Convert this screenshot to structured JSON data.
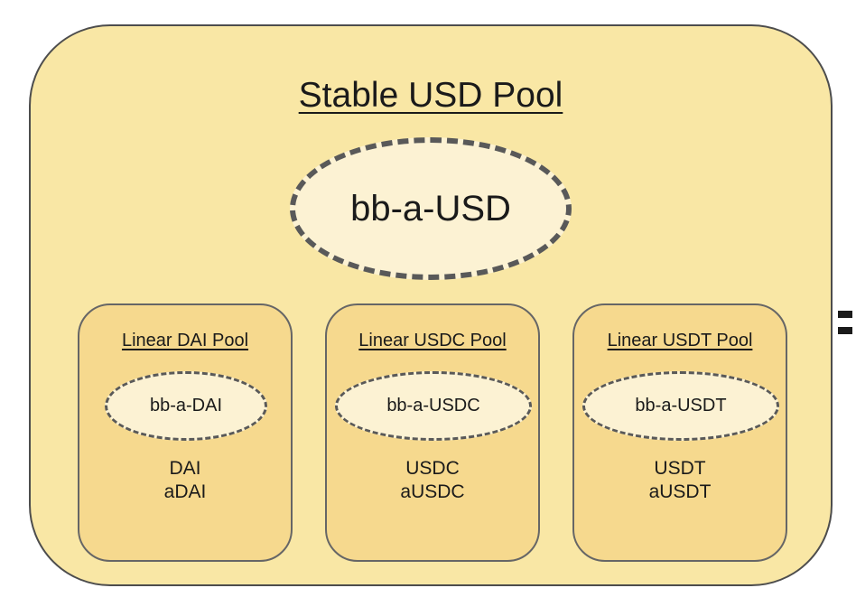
{
  "diagram": {
    "outer_pool": {
      "title": "Stable USD Pool",
      "token": "bb-a-USD"
    },
    "linear_pools": [
      {
        "title": "Linear DAI Pool",
        "token": "bb-a-DAI",
        "assets": [
          "DAI",
          "aDAI"
        ]
      },
      {
        "title": "Linear USDC Pool",
        "token": "bb-a-USDC",
        "assets": [
          "USDC",
          "aUSDC"
        ]
      },
      {
        "title": "Linear USDT Pool",
        "token": "bb-a-USDT",
        "assets": [
          "USDT",
          "aUSDT"
        ]
      }
    ],
    "colors": {
      "outer_fill": "#f9e7a5",
      "inner_fill": "#f6d98e",
      "token_fill": "#fcf2d3",
      "outline": "#595959"
    }
  }
}
